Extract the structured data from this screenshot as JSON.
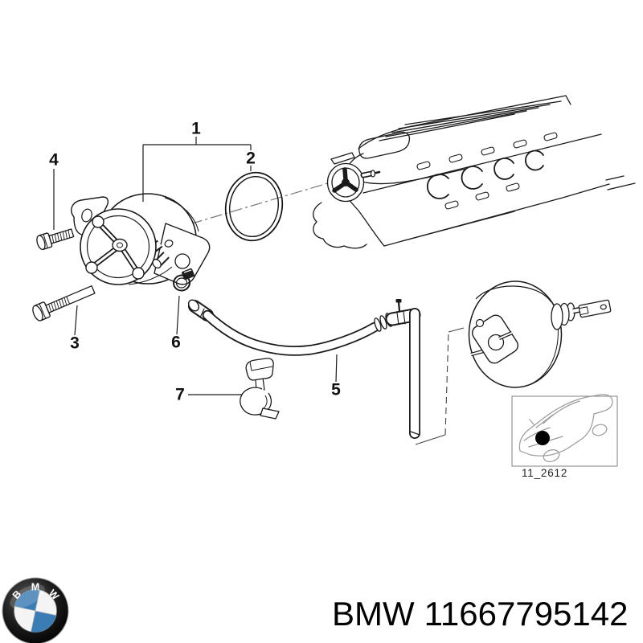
{
  "diagram": {
    "callouts": [
      {
        "label": "1"
      },
      {
        "label": "2"
      },
      {
        "label": "3"
      },
      {
        "label": "4"
      },
      {
        "label": "5"
      },
      {
        "label": "6"
      },
      {
        "label": "7"
      }
    ],
    "thumbnail": {
      "caption": "11_2612"
    },
    "icons": [
      "engine-illustration",
      "o-ring-illustration",
      "vacuum-pump-illustration",
      "bolt-long-illustration",
      "bolt-short-illustration",
      "hose-illustration",
      "clamp-illustration",
      "holder-clip-illustration",
      "brake-booster-illustration",
      "car-location-thumbnail",
      "bmw-roundel-logo"
    ]
  },
  "footer": {
    "brand": "BMW",
    "part_number": "11667795142",
    "logo_letters": [
      "B",
      "M",
      "W"
    ]
  },
  "colors": {
    "background": "#ffffff",
    "line_primary": "#1a1a1a",
    "line_soft": "#8a8a8a",
    "roundel_blue": "#3b7cb4",
    "roundel_black": "#111111",
    "location_dot": "#000000"
  }
}
